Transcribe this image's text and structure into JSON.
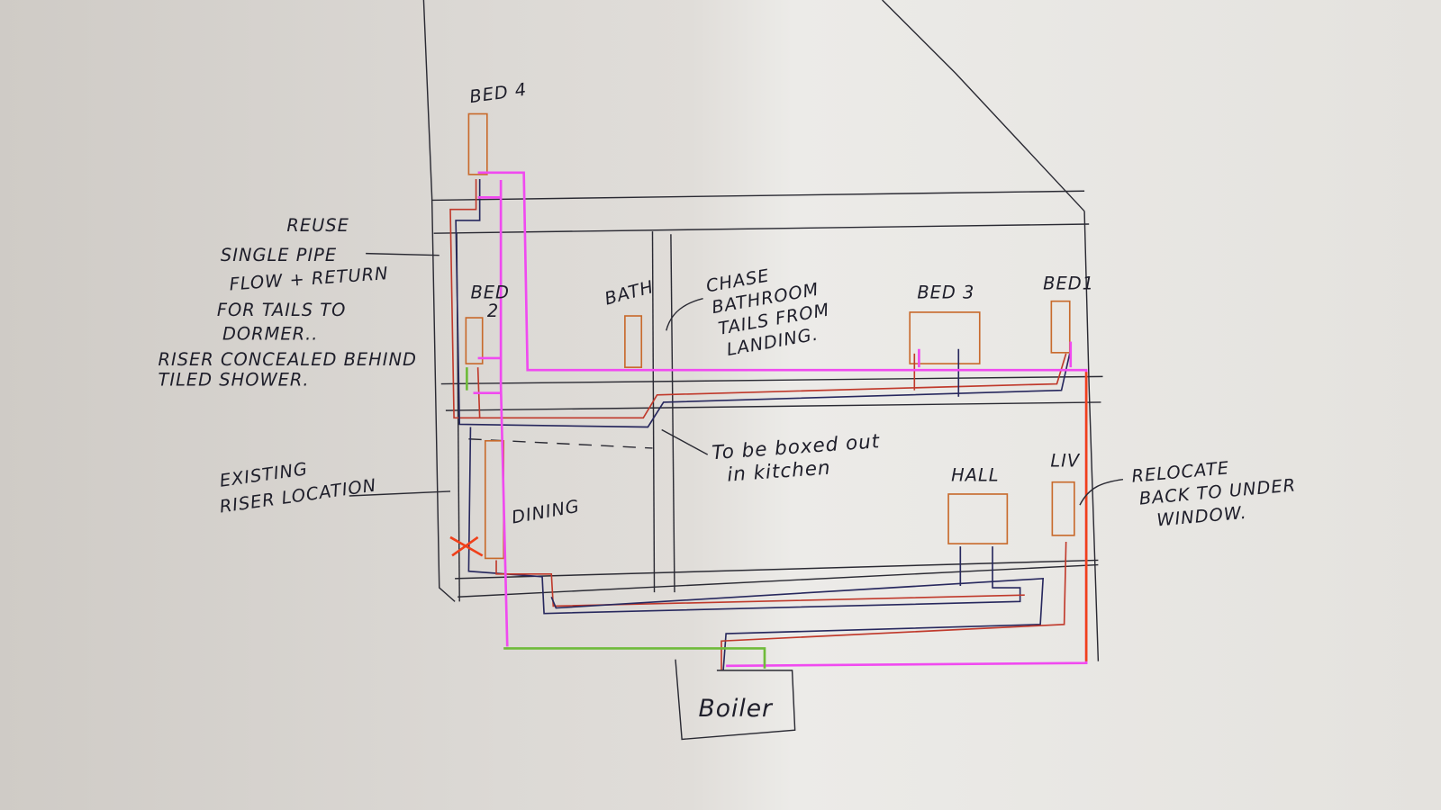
{
  "rooms": {
    "bed4": "BED 4",
    "bed2_line1": "BED",
    "bed2_line2": "2",
    "bath": "BATH",
    "bed3": "BED 3",
    "bed1": "BED1",
    "dining": "DINING",
    "hall": "HALL",
    "liv": "LIV",
    "boiler": "Boiler"
  },
  "notes": {
    "reuse": [
      "REUSE",
      "SINGLE PIPE",
      "FLOW + RETURN",
      "FOR TAILS TO",
      "DORMER..",
      "RISER CONCEALED BEHIND",
      "TILED SHOWER."
    ],
    "chase": [
      "CHASE",
      "BATHROOM",
      "TAILS FROM",
      "LANDING."
    ],
    "boxed": [
      "To be boxed out",
      "in kitchen"
    ],
    "existing": [
      "EXISTING",
      "RISER LOCATION"
    ],
    "relocate": [
      "RELOCATE",
      "BACK TO UNDER",
      "WINDOW."
    ]
  },
  "colors": {
    "ink": "#2a2a33",
    "flow_red": "#c0392b",
    "return_blue": "#27285e",
    "new_pipe_pink": "#f04af0",
    "new_pipe_green": "#6fbb3a",
    "radiator_orange": "#c86a2c"
  }
}
